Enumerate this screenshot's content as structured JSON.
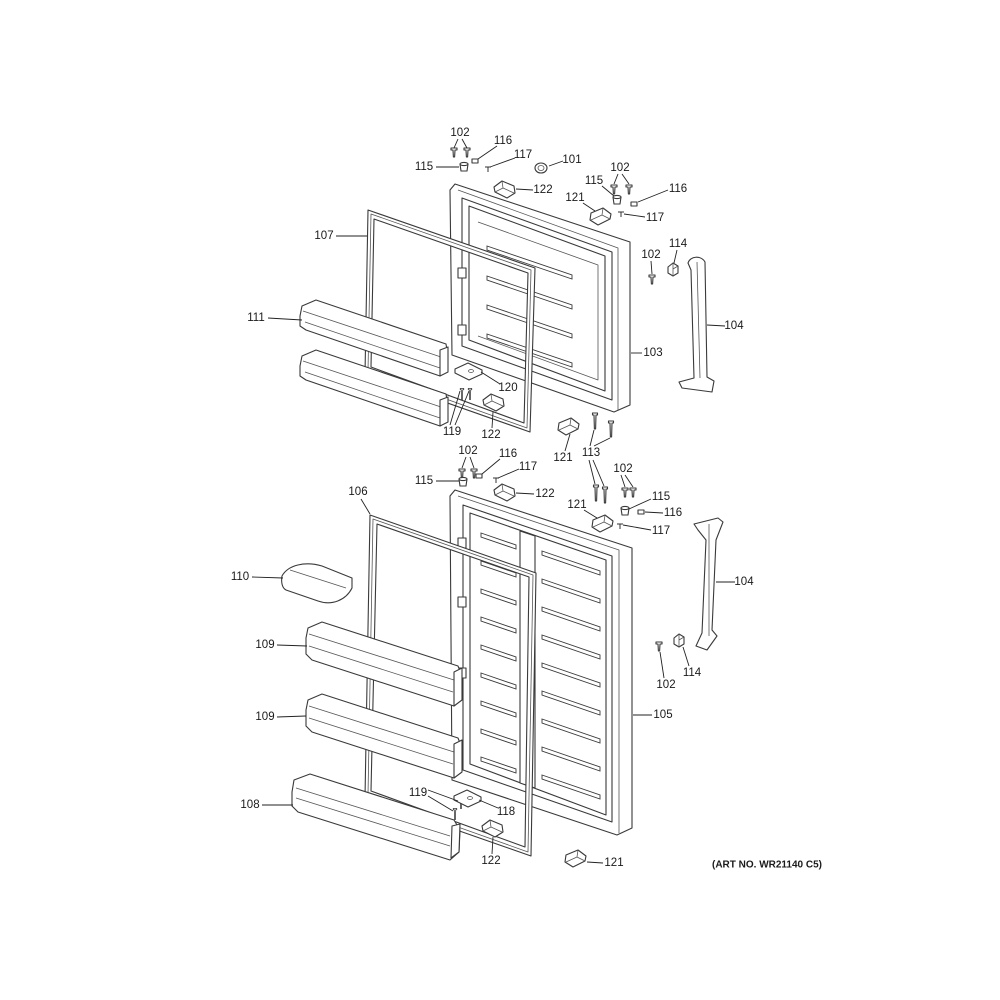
{
  "upper_door_callouts": [
    "102",
    "116",
    "117",
    "115",
    "101",
    "102",
    "115",
    "116",
    "122",
    "121",
    "117",
    "107",
    "102",
    "114",
    "111",
    "104",
    "103",
    "120",
    "119",
    "122",
    "121",
    "113"
  ],
  "lower_door_callouts": [
    "102",
    "116",
    "117",
    "115",
    "122",
    "102",
    "115",
    "116",
    "121",
    "117",
    "106",
    "110",
    "104",
    "109",
    "114",
    "102",
    "109",
    "105",
    "108",
    "119",
    "118",
    "122",
    "121"
  ],
  "art_number": "(ART NO. WR21140 C5)"
}
